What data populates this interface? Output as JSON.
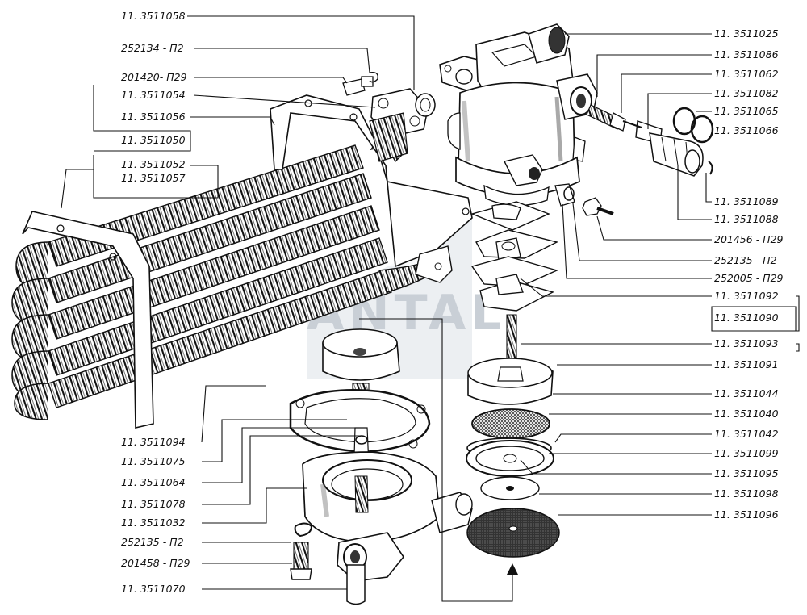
{
  "watermark": "ANTAL",
  "colors": {
    "ink": "#111111",
    "watermark": "#c9cfd6",
    "background": "#ffffff"
  },
  "left_labels": [
    "11. 3511058",
    "252134 - П2",
    "201420- П29",
    "11. 3511054",
    "11. 3511056",
    "11. 3511050",
    "11. 3511052",
    "11. 3511057",
    "11. 3511094",
    "11. 3511075",
    "11. 3511064",
    "11. 3511078",
    "11. 3511032",
    "252135 - П2",
    "201458 - П29",
    "11. 3511070"
  ],
  "right_labels": [
    "11. 3511025",
    "11. 3511086",
    "11. 3511062",
    "11. 3511082",
    "11. 3511065",
    "11. 3511066",
    "11. 3511089",
    "11. 3511088",
    "201456 - П29",
    "252135 - П2",
    "252005 - П29",
    "11. 3511092",
    "11. 3511090",
    "11. 3511093",
    "11. 3511091",
    "11. 3511044",
    "11. 3511040",
    "11. 3511042",
    "11. 3511099",
    "11. 3511095",
    "11. 3511098",
    "11. 3511096"
  ]
}
